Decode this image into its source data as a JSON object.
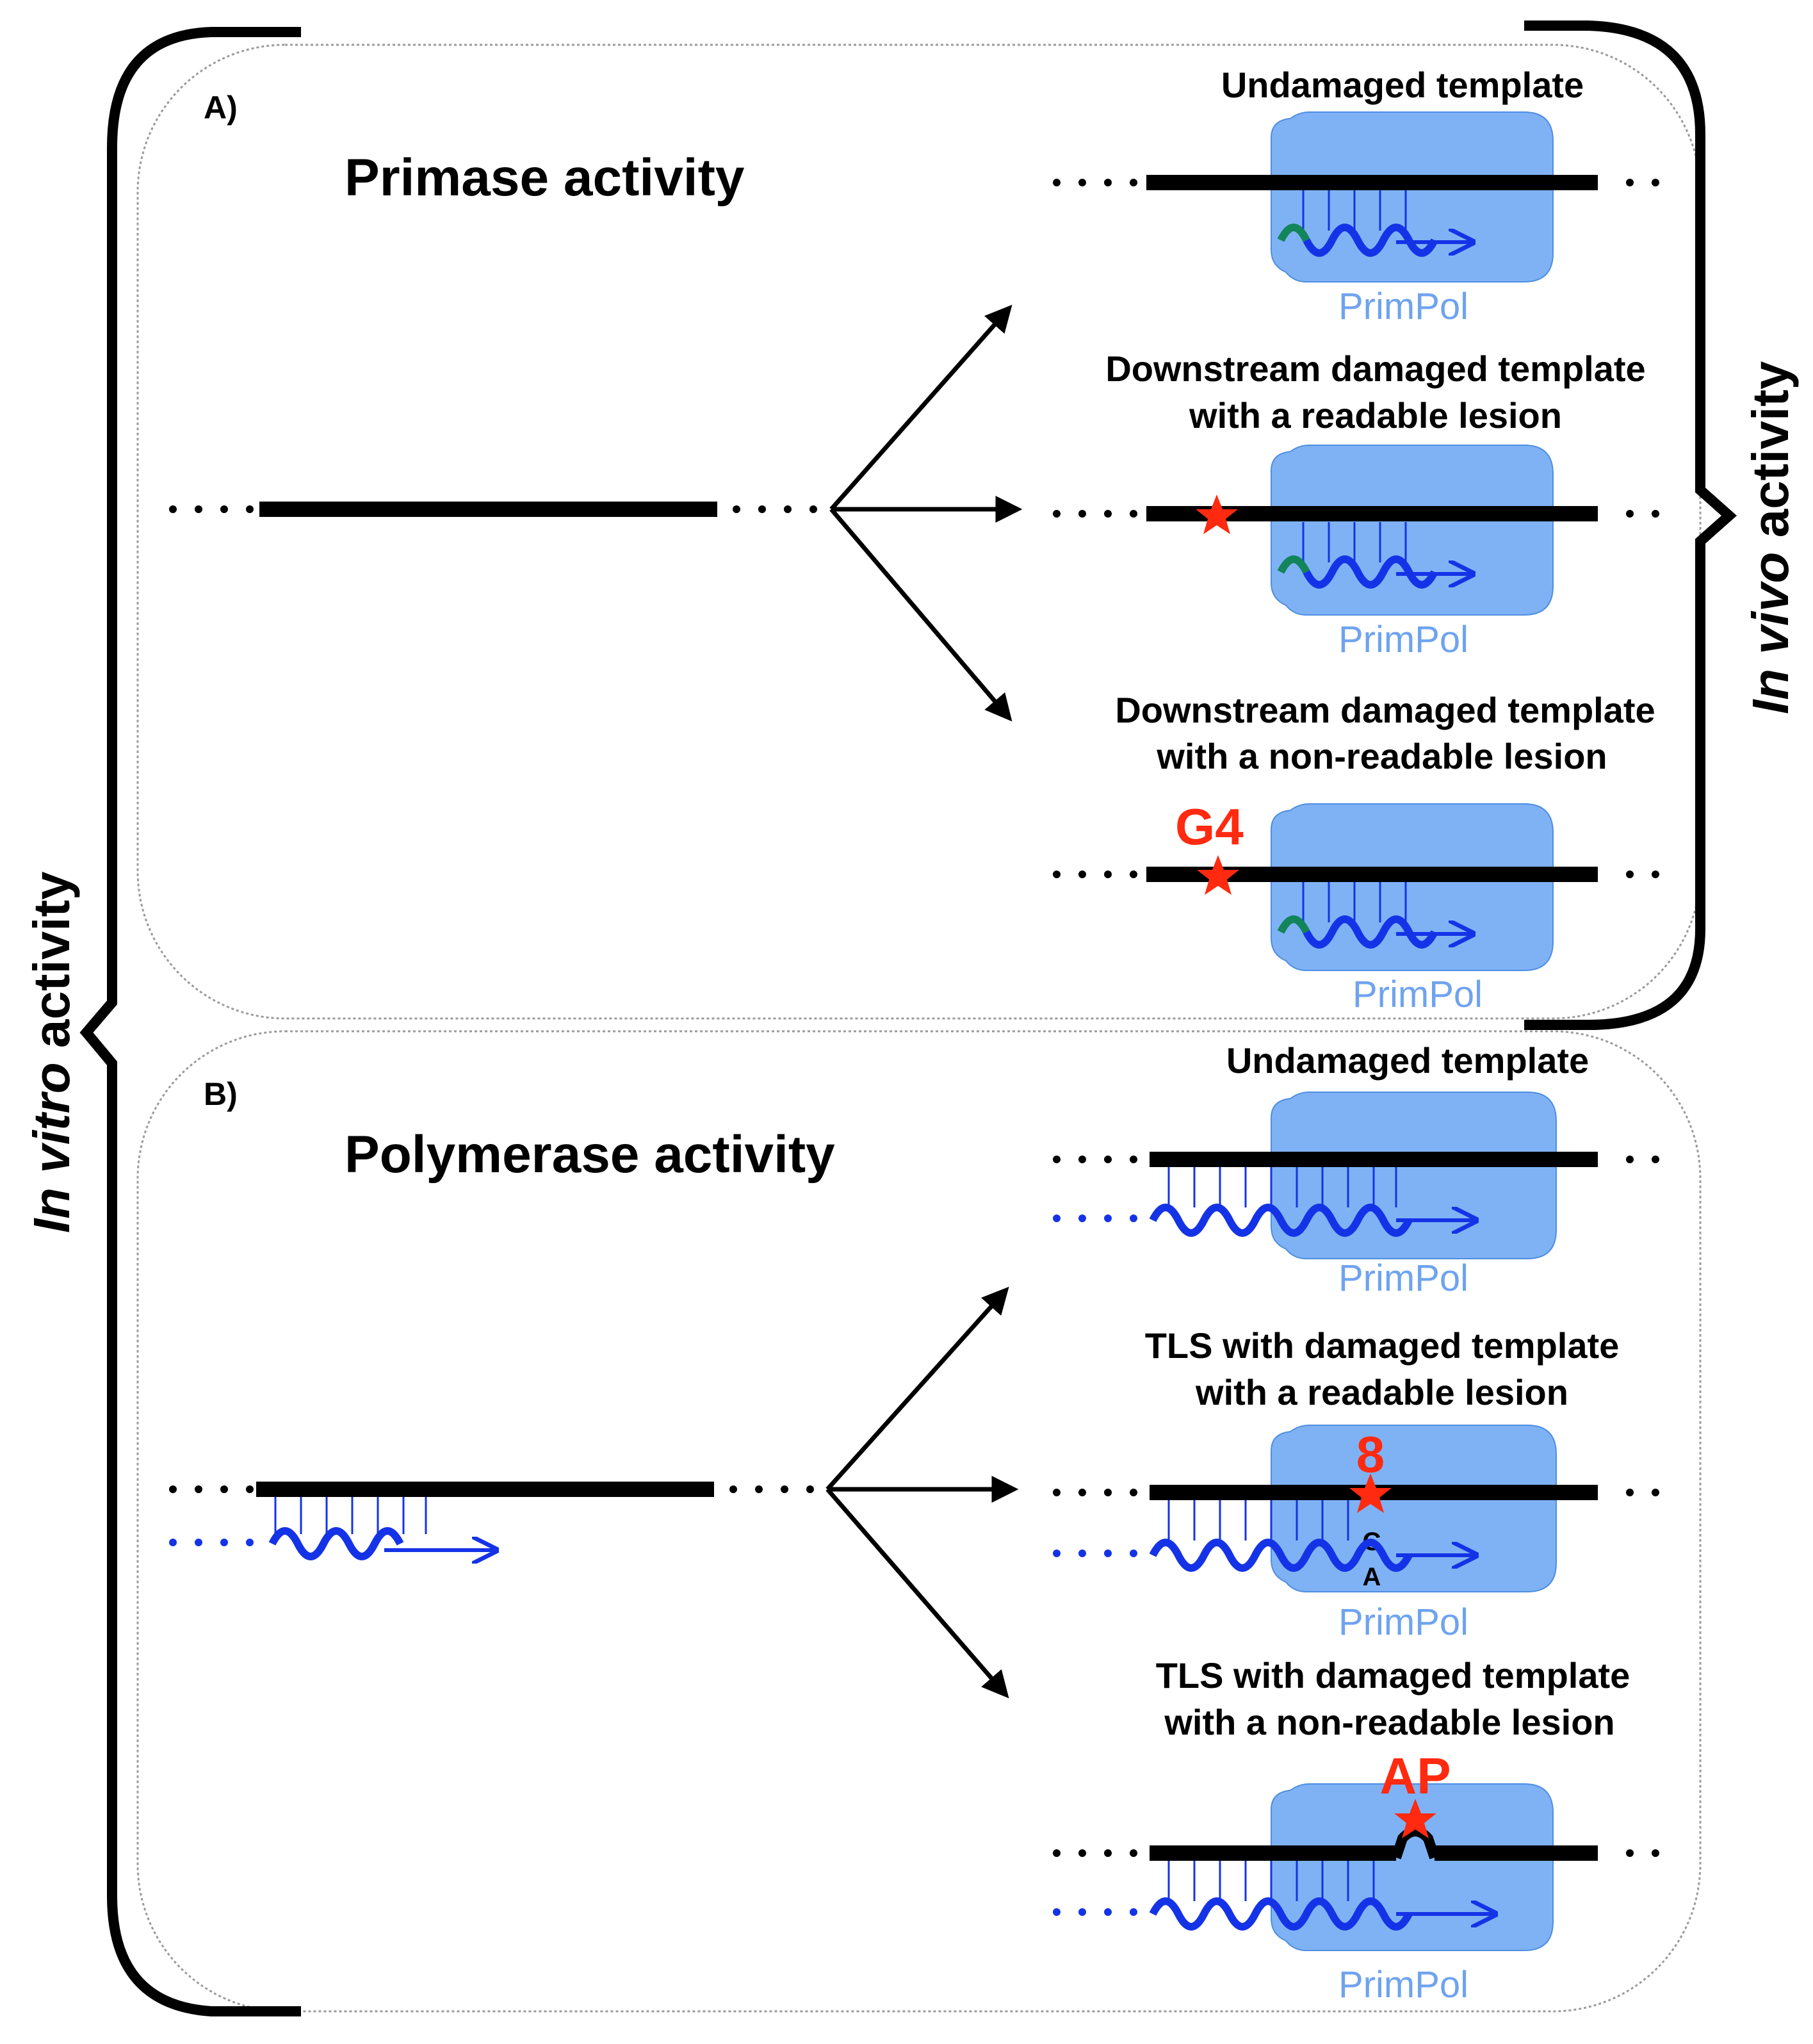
{
  "colors": {
    "primpol_fill": "#7fb2f5",
    "primpol_text": "#6fa3ef",
    "primer_blue": "#1533e6",
    "primer_start_green": "#12855a",
    "lesion_red": "#ff2a10",
    "dna_black": "#000000"
  },
  "side_labels": {
    "in_vitro_italic": "In vitro",
    "in_vitro_rest": " activity",
    "in_vivo_italic": "In vivo",
    "in_vivo_rest": " activity"
  },
  "panel_a": {
    "letter": "A)",
    "title": "Primase activity",
    "outcomes": [
      {
        "title_lines": [
          "Undamaged template"
        ],
        "enzyme": "PrimPol",
        "lesion": ""
      },
      {
        "title_lines": [
          "Downstream damaged template",
          "with a readable lesion"
        ],
        "enzyme": "PrimPol",
        "lesion": ""
      },
      {
        "title_lines": [
          "Downstream damaged template",
          "with a non-readable lesion"
        ],
        "enzyme": "PrimPol",
        "lesion": "G4"
      }
    ]
  },
  "panel_b": {
    "letter": "B)",
    "title": "Polymerase activity",
    "outcomes": [
      {
        "title_lines": [
          "Undamaged template"
        ],
        "enzyme": "PrimPol",
        "lesion": ""
      },
      {
        "title_lines": [
          "TLS with damaged template",
          "with a readable lesion"
        ],
        "enzyme": "PrimPol",
        "lesion": "8",
        "base_top": "C",
        "base_bottom": "A"
      },
      {
        "title_lines": [
          "TLS with damaged template",
          "with a non-readable lesion"
        ],
        "enzyme": "PrimPol",
        "lesion": "AP"
      }
    ]
  }
}
